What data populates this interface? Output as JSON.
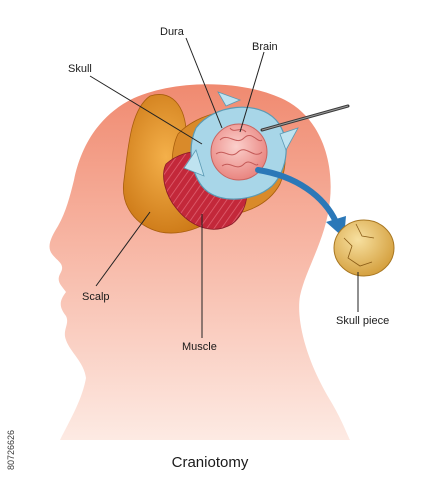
{
  "labels": {
    "dura": "Dura",
    "brain": "Brain",
    "skull": "Skull",
    "scalp": "Scalp",
    "muscle": "Muscle",
    "skull_piece": "Skull piece"
  },
  "caption": "Craniotomy",
  "stock_id": "80726626",
  "colors": {
    "head_top": "#f08a70",
    "head_bottom": "#fde8e0",
    "scalp": "#e8962a",
    "muscle": "#c8283a",
    "dura": "#9ccfe2",
    "brain": "#f3a9a6",
    "bone": "#e9c070",
    "arrow": "#2b78b8"
  }
}
